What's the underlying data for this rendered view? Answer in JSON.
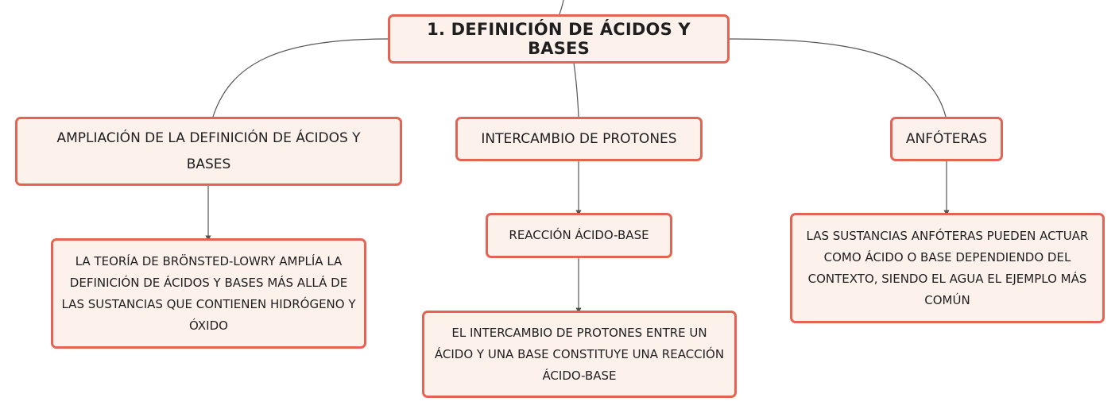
{
  "colors": {
    "node_border": "#e46352",
    "node_fill": "#fdf1ec",
    "connector": "#555555"
  },
  "root": {
    "label": "1. DEFINICIÓN DE ÁCIDOS Y BASES"
  },
  "branches": [
    {
      "label": "AMPLIACIÓN DE LA DEFINICIÓN DE ÁCIDOS Y BASES",
      "children": [
        {
          "label": "LA TEORÍA DE BRÖNSTED-LOWRY AMPLÍA LA DEFINICIÓN DE ÁCIDOS Y BASES MÁS ALLÁ DE LAS SUSTANCIAS QUE CONTIENEN HIDRÓGENO Y ÓXIDO"
        }
      ]
    },
    {
      "label": "INTERCAMBIO DE PROTONES",
      "children": [
        {
          "label": "REACCIÓN ÁCIDO-BASE",
          "children": [
            {
              "label": "EL INTERCAMBIO DE PROTONES ENTRE UN ÁCIDO Y UNA BASE CONSTITUYE UNA REACCIÓN ÁCIDO-BASE"
            }
          ]
        }
      ]
    },
    {
      "label": "ANFÓTERAS",
      "children": [
        {
          "label": "LAS SUSTANCIAS ANFÓTERAS PUEDEN ACTUAR COMO ÁCIDO O BASE DEPENDIENDO DEL CONTEXTO, SIENDO EL AGUA EL EJEMPLO MÁS COMÚN"
        }
      ]
    }
  ]
}
